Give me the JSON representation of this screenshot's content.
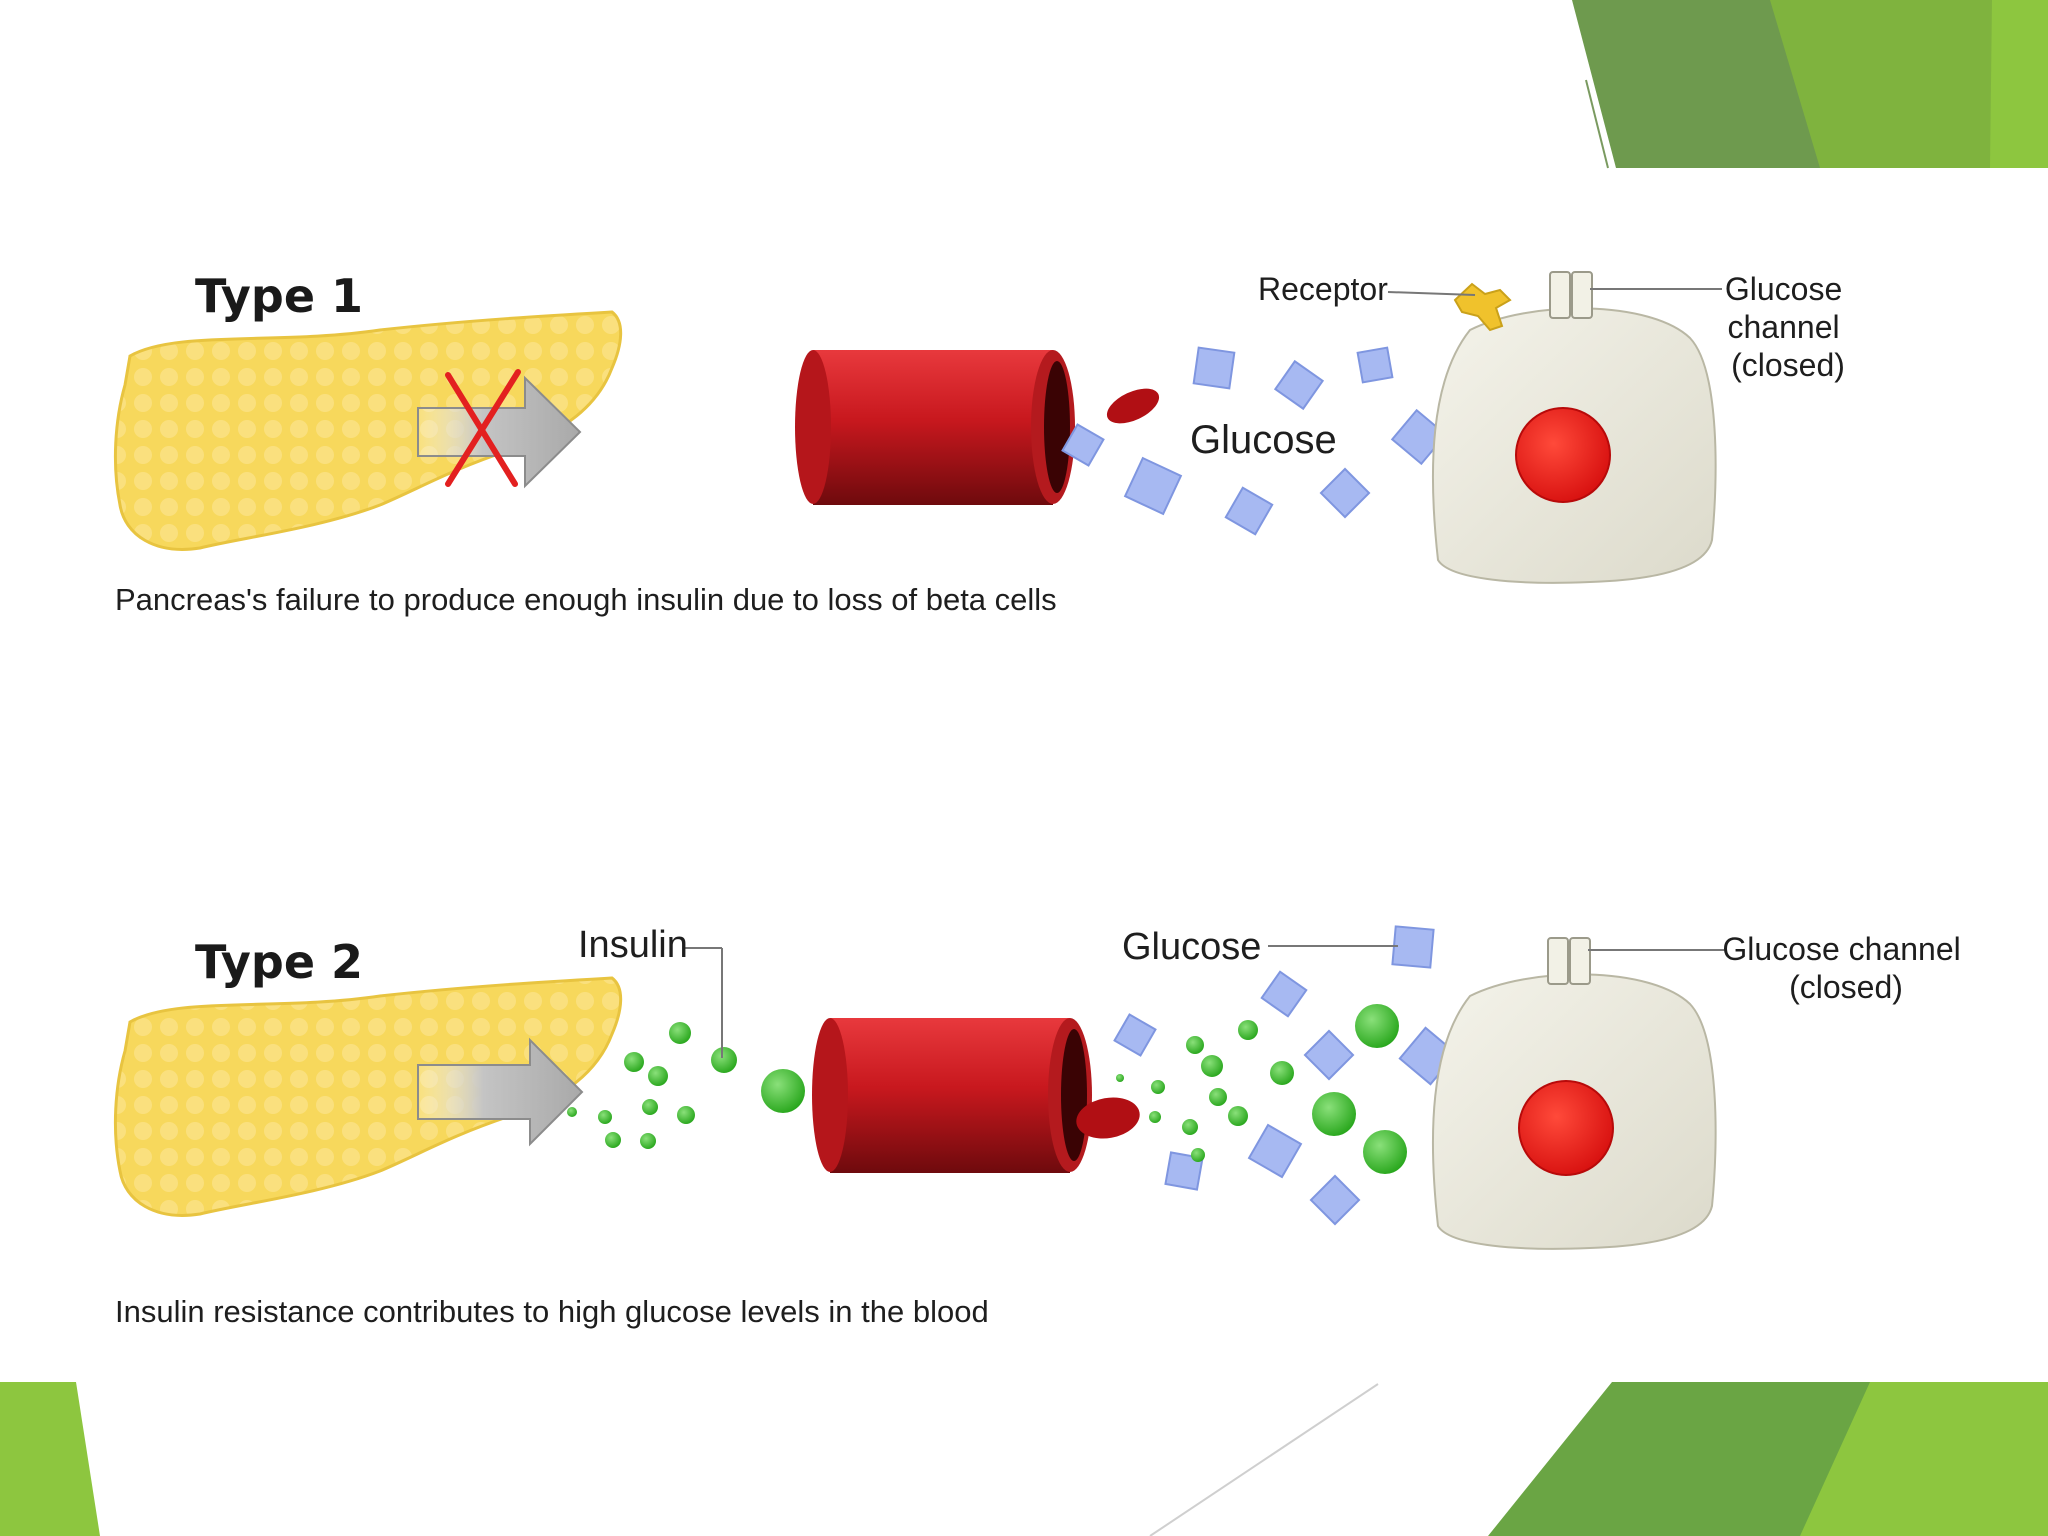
{
  "type1": {
    "title": "Type 1",
    "receptor_label": "Receptor",
    "glucose_label": "Glucose",
    "channel_label": [
      "Glucose",
      "channel",
      "(closed)"
    ],
    "caption": "Pancreas's failure to produce  enough insulin due to loss of beta cells"
  },
  "type2": {
    "title": "Type 2",
    "insulin_label": "Insulin",
    "glucose_label": "Glucose",
    "channel_label": [
      "Glucose channel",
      "(closed)"
    ],
    "caption": "Insulin resistance contributes to high glucose levels in the blood"
  },
  "colors": {
    "accent_dark": "#6e9a4e",
    "accent_light": "#8dc63f",
    "pancreas": "#f7d85c",
    "vessel": "#c8181e",
    "cell": "#ecebdf",
    "nucleus": "#ee1c1c",
    "insulin": "#3dbf2a",
    "glucose": "#a7b9f2"
  },
  "icons": {
    "block_mark": "red-x-icon",
    "flow_arrow": "gray-arrow-icon"
  }
}
